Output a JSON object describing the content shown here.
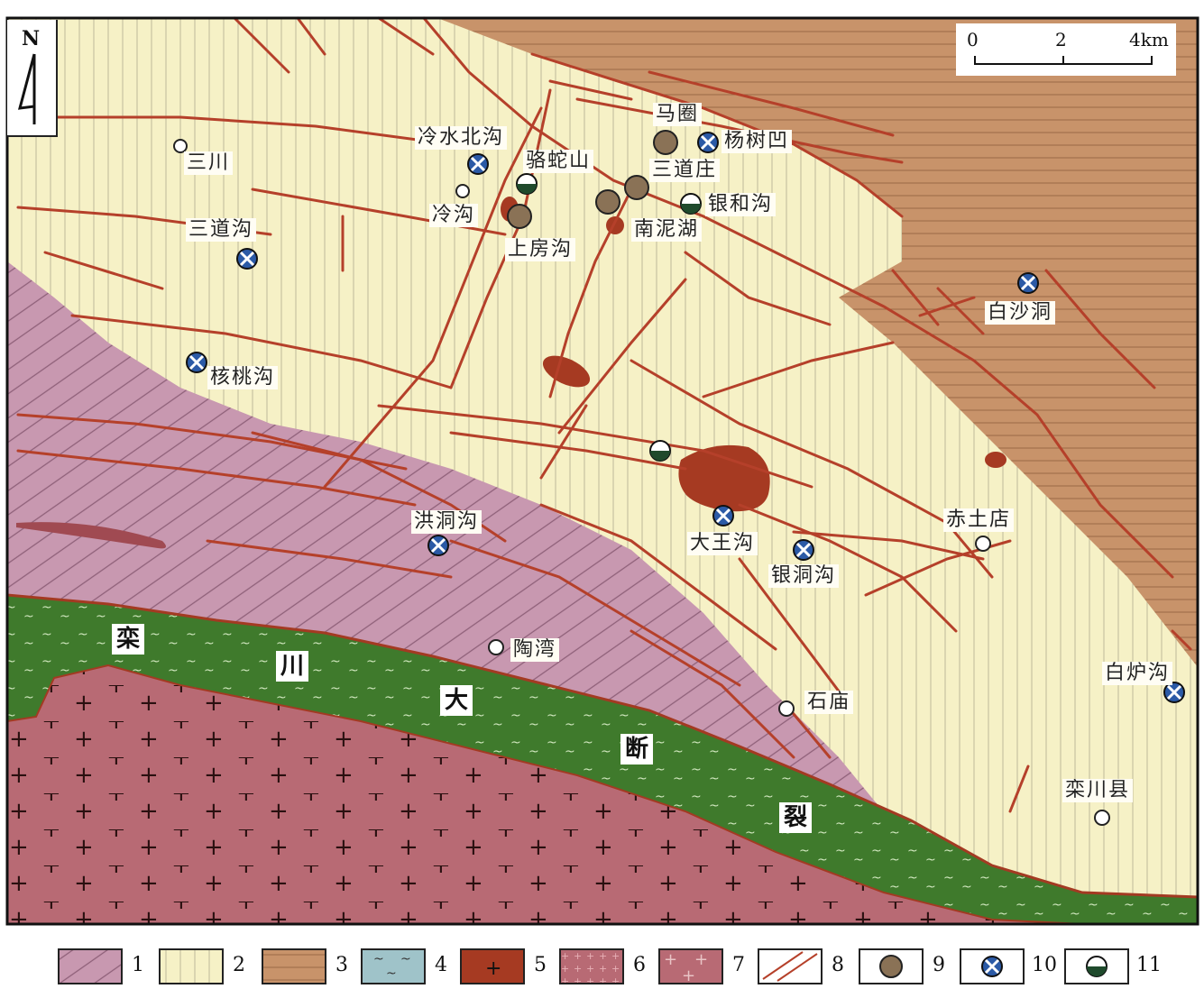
{
  "north_label": "N",
  "scale": {
    "ticks": [
      "0",
      "2",
      "4km"
    ]
  },
  "places": [
    {
      "key": "sanchuan",
      "name": "三川"
    },
    {
      "key": "sandaogou",
      "name": "三道沟"
    },
    {
      "key": "hetaogou",
      "name": "核桃沟"
    },
    {
      "key": "lengshuibeigou",
      "name": "冷水北沟"
    },
    {
      "key": "lenggou",
      "name": "冷沟"
    },
    {
      "key": "luosheshan",
      "name": "骆蛇山"
    },
    {
      "key": "shangfanggou",
      "name": "上房沟"
    },
    {
      "key": "majuan",
      "name": "马圈"
    },
    {
      "key": "yangshuao",
      "name": "杨树凹"
    },
    {
      "key": "sandaozhuang",
      "name": "三道庄"
    },
    {
      "key": "yinhegou",
      "name": "银和沟"
    },
    {
      "key": "nanhu",
      "name": "南泥湖"
    },
    {
      "key": "baishadong",
      "name": "白沙洞"
    },
    {
      "key": "hongdonggou",
      "name": "洪洞沟"
    },
    {
      "key": "dawanggou",
      "name": "大王沟"
    },
    {
      "key": "yindonggou",
      "name": "银洞沟"
    },
    {
      "key": "chitudian",
      "name": "赤土店"
    },
    {
      "key": "taowan",
      "name": "陶湾"
    },
    {
      "key": "shimiao",
      "name": "石庙"
    },
    {
      "key": "bailugou",
      "name": "白炉沟"
    },
    {
      "key": "luanchuanxian",
      "name": "栾川县"
    }
  ],
  "fault_name": [
    "栾",
    "川",
    "大",
    "断",
    "裂"
  ],
  "legend": [
    "1",
    "2",
    "3",
    "4",
    "5",
    "6",
    "7",
    "8",
    "9",
    "10",
    "11"
  ],
  "colors": {
    "unit1_pink": "#c898b0",
    "unit2_cream": "#f6f1c6",
    "unit3_brown": "#c8936a",
    "unit4_green": "#3f7a2c",
    "unit5_red": "#a63a22",
    "unit7_rose": "#b86a74",
    "fault_line": "#b5402a"
  }
}
